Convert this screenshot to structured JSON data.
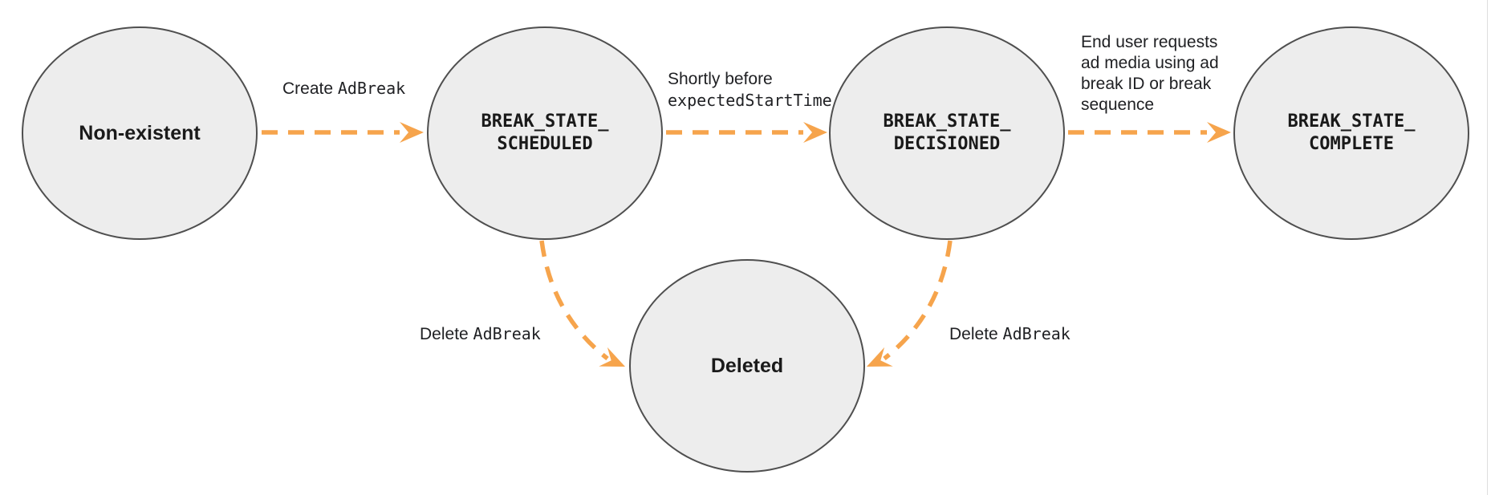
{
  "diagram": {
    "type": "state-diagram",
    "colors": {
      "arrow": "#f6a44c",
      "node_fill": "#ededed",
      "node_border": "#4f4f4f",
      "text": "#1a1a1a"
    },
    "nodes": [
      {
        "id": "non-existent",
        "label": "Non-existent",
        "text_style": "plain"
      },
      {
        "id": "break-state-scheduled",
        "label": "BREAK_STATE_\nSCHEDULED",
        "text_style": "code"
      },
      {
        "id": "break-state-decisioned",
        "label": "BREAK_STATE_\nDECISIONED",
        "text_style": "code"
      },
      {
        "id": "break-state-complete",
        "label": "BREAK_STATE_\nCOMPLETE",
        "text_style": "code"
      },
      {
        "id": "deleted",
        "label": "Deleted",
        "text_style": "plain"
      }
    ],
    "edges": [
      {
        "from": "non-existent",
        "to": "break-state-scheduled",
        "label_plain": "Create ",
        "label_code": "AdBreak"
      },
      {
        "from": "break-state-scheduled",
        "to": "break-state-decisioned",
        "label_plain": "Shortly before",
        "label_code": "expectedStartTime"
      },
      {
        "from": "break-state-decisioned",
        "to": "break-state-complete",
        "label_plain": "End user requests ad media using ad break ID or break sequence",
        "label_code": ""
      },
      {
        "from": "break-state-scheduled",
        "to": "deleted",
        "label_plain": "Delete ",
        "label_code": "AdBreak"
      },
      {
        "from": "break-state-decisioned",
        "to": "deleted",
        "label_plain": "Delete ",
        "label_code": "AdBreak"
      }
    ]
  }
}
